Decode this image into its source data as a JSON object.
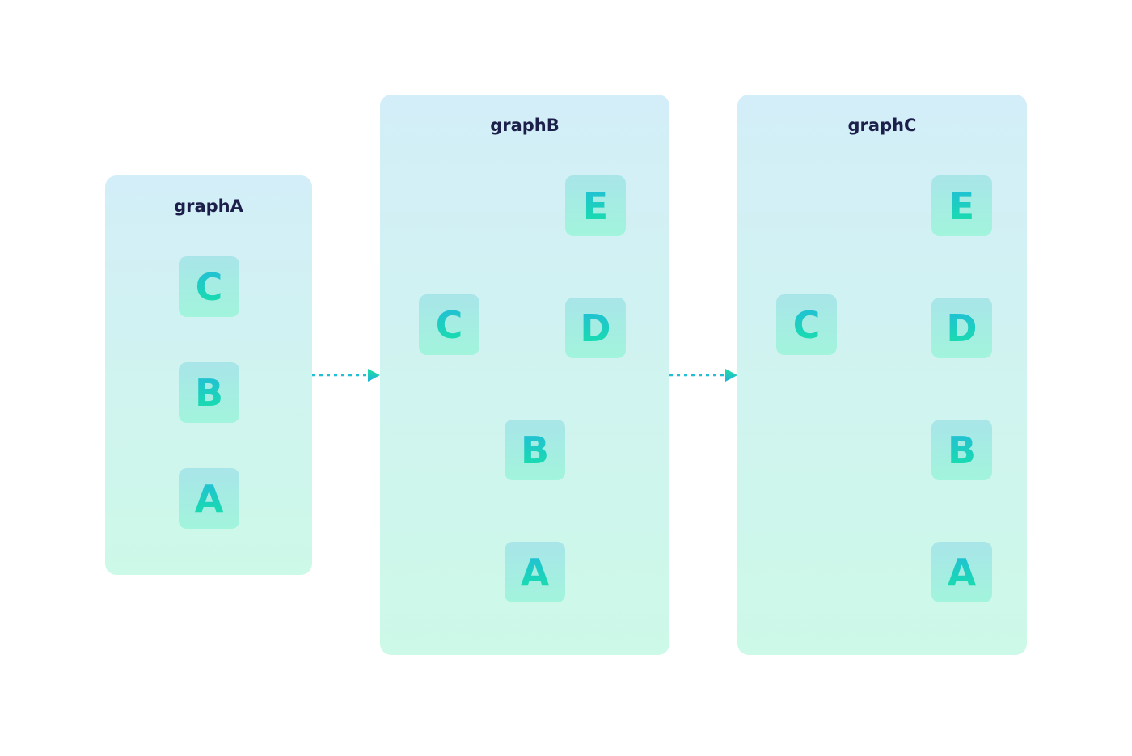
{
  "colors": {
    "title": "#1b1f4a",
    "edge": "#22bed6",
    "arrow_top": "#21b0e0",
    "arrow_bottom": "#1ee09c"
  },
  "graphs": [
    {
      "title": "graphA",
      "nodes": [
        "C",
        "B",
        "A"
      ]
    },
    {
      "title": "graphB",
      "nodes": [
        "E",
        "C",
        "D",
        "B",
        "A"
      ]
    },
    {
      "title": "graphC",
      "nodes": [
        "E",
        "C",
        "D",
        "B",
        "A"
      ]
    }
  ]
}
